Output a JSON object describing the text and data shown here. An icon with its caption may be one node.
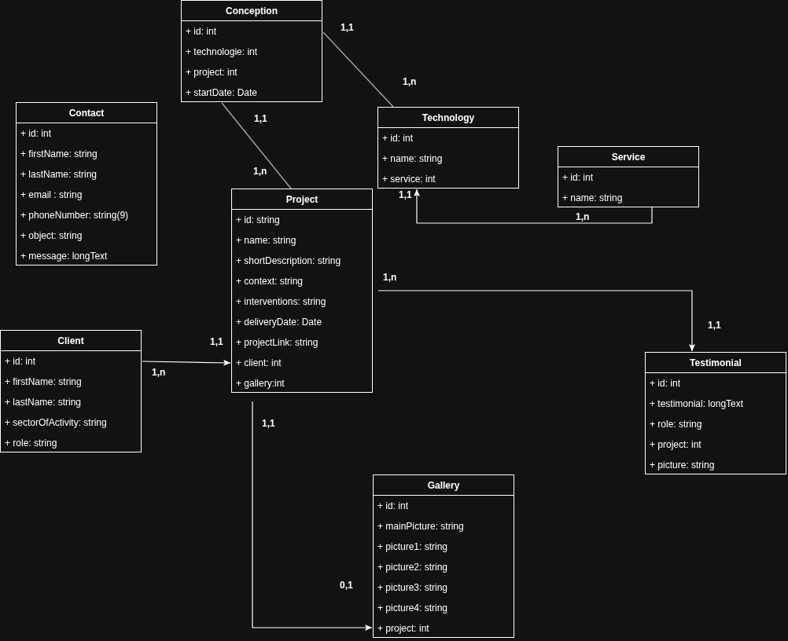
{
  "diagram": {
    "nodes": [
      {
        "text": [
          "Conception",
          "+ id: int",
          "+ technologie: int",
          "+ project: int",
          "+ startDate: Date"
        ]
      },
      {
        "text": [
          "Contact",
          "+ id: int",
          "+ firstName: string",
          "+ lastName: string",
          "+ email : string",
          "+ phoneNumber: string(9)",
          "+ object: string",
          "+ message: longText"
        ]
      },
      {
        "text": [
          "Technology",
          "+ id: int",
          "+ name: string",
          "+ service: int"
        ]
      },
      {
        "text": [
          "Service",
          "+ id: int",
          "+ name: string"
        ]
      },
      {
        "text": [
          "Project",
          "+ id: string",
          "+ name: string",
          "+ shortDescription: string",
          "+ context: string",
          "+ interventions: string",
          "+ deliveryDate: Date",
          "+ projectLink: string",
          "+ client: int",
          "+ gallery:int"
        ]
      },
      {
        "text": [
          "Client",
          "+ id: int",
          "+ firstName: string",
          "+ lastName: string",
          "+ sectorOfActivity: string",
          "+ role: string"
        ]
      },
      {
        "text": [
          "Testimonial",
          "+ id: int",
          "+ testimonial: longText",
          "+ role: string",
          "+ project: int",
          "+ picture: string"
        ]
      },
      {
        "text": [
          "Gallery",
          "+ id: int",
          "+ mainPicture: string",
          "+ picture1: string",
          "+ picture2: string",
          "+ picture3: string",
          "+ picture4: string",
          "+ project: int"
        ]
      }
    ],
    "edges": [
      {
        "from": 0,
        "to": 2,
        "arrow": "none"
      },
      {
        "from": 0,
        "to": 4,
        "arrow": "none"
      },
      {
        "from": 3,
        "to": 2,
        "arrow": "to"
      },
      {
        "from": 5,
        "to": 4,
        "arrow": "to"
      },
      {
        "from": 4,
        "to": 6,
        "arrow": "to"
      },
      {
        "from": 4,
        "to": 7,
        "arrow": "to"
      }
    ],
    "labels": [
      "1,1",
      "1,n",
      "1,1",
      "1,n",
      "1,1",
      "1,n",
      "1,n",
      "1,1",
      "1,1",
      "1,n",
      "1,1",
      "0,1"
    ]
  }
}
